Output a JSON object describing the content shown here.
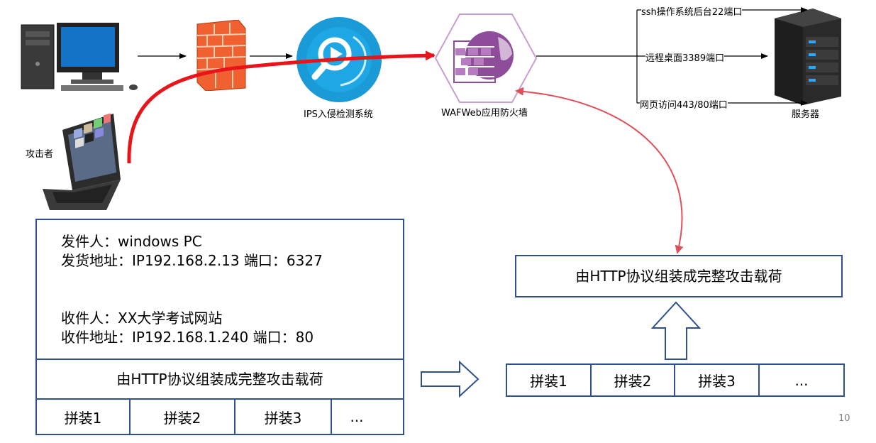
{
  "network": {
    "attacker_label": "攻击者",
    "ips_label": "IPS入侵检测系统",
    "waf_label": "WAFWeb应用防火墙",
    "server_label": "服务器",
    "ports": [
      "ssh操作系统后台22端口",
      "远程桌面3389端口",
      "网页访问443/80端口"
    ]
  },
  "package": {
    "sender_line": "发件人：windows PC",
    "sender_addr_line": "发货地址：IP192.168.2.13 端口：6327",
    "receiver_line": "收件人：XX大学考试网站",
    "receiver_addr_line": "收件地址：IP192.168.1.240 端口：80",
    "payload": "由HTTP协议组装成完整攻击载荷",
    "fragments": [
      "拼装1",
      "拼装2",
      "拼装3",
      "..."
    ]
  },
  "assembled": {
    "payload": "由HTTP协议组装成完整攻击载荷",
    "fragments": [
      "拼装1",
      "拼装2",
      "拼装3",
      "..."
    ]
  },
  "page_number": "10",
  "colors": {
    "box_border": "#2f4f8f",
    "attack_path": "#e8141a",
    "feedback_arrow": "#e0505a",
    "waf_purple": "#8e4c9a",
    "ips_blue": "#1a9ad6",
    "firewall_brick": "#e05a2a"
  }
}
